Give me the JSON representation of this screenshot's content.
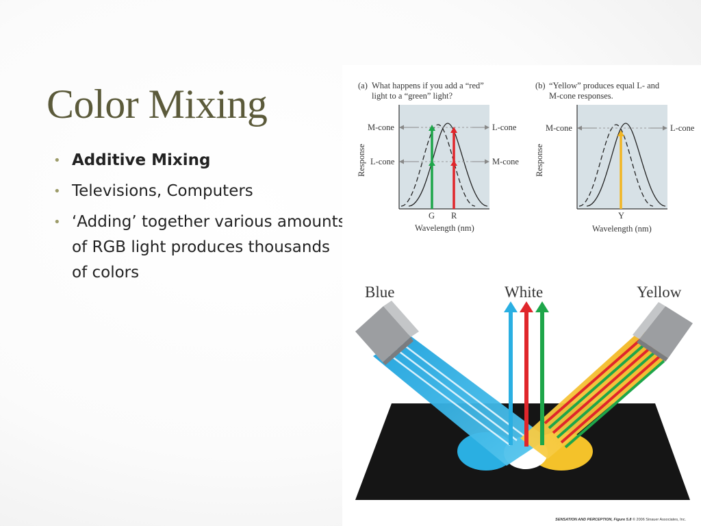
{
  "slide": {
    "title": "Color Mixing",
    "bullets": [
      "Additive Mixing",
      "Televisions, Computers",
      "‘Adding’ together various amounts of RGB light produces thousands of colors"
    ]
  },
  "figure_a": {
    "label": "(a)",
    "caption_line1": "What happens if you add a “red”",
    "caption_line2": "light to a “green” light?",
    "left_top": "M-cone",
    "left_mid": "L-cone",
    "right_top": "L-cone",
    "right_mid": "M-cone",
    "ylabel": "Response",
    "xlabel": "Wavelength (nm)",
    "tick_g": "G",
    "tick_r": "R"
  },
  "figure_b": {
    "label": "(b)",
    "caption_line1": "“Yellow” produces equal L- and",
    "caption_line2": "M-cone responses.",
    "left_top": "M-cone",
    "right_top": "L-cone",
    "ylabel": "Response",
    "xlabel": "Wavelength (nm)",
    "tick_y": "Y"
  },
  "lights": {
    "blue": "Blue",
    "white": "White",
    "yellow": "Yellow"
  },
  "credit": {
    "book": "SENSATION AND PERCEPTION,",
    "figure": "Figure 5.8",
    "rights": "© 2006 Sinauer Associates, Inc."
  },
  "colors": {
    "title": "#5b5a3a",
    "bullet_dot": "#9d9c6a",
    "plot_bg": "#d7e1e6",
    "green_arrow": "#1ea64a",
    "red_arrow": "#e0262b",
    "yellow_arrow": "#f2b623",
    "blue_beam": "#2aafe2",
    "yellow_beam": "#f4c22a"
  }
}
